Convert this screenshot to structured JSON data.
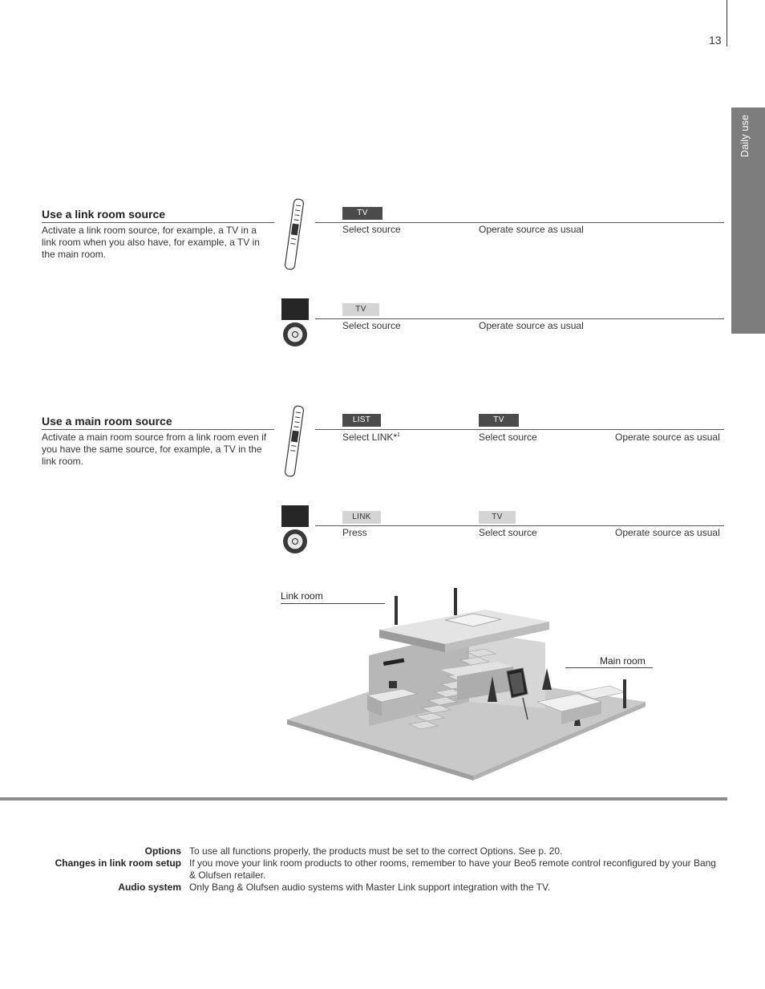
{
  "page": {
    "number": "13",
    "section_tab": "Daily use"
  },
  "link_room_source": {
    "heading": "Use a link room source",
    "description": "Activate a link room source, for example, a TV in a link room when you also have, for example, a TV in the main room.",
    "beo4": {
      "button": "TV",
      "steps": [
        "Select source",
        "Operate source as usual"
      ]
    },
    "beo5": {
      "button": "TV",
      "steps": [
        "Select source",
        "Operate source as usual"
      ]
    }
  },
  "main_room_source": {
    "heading": "Use a main room source",
    "description": "Activate a main room source from a link room even if you have the same source, for example, a TV in the link room.",
    "beo4": {
      "buttons": [
        "LIST",
        "TV"
      ],
      "steps": [
        "Select LINK*",
        "Select source",
        "Operate source as usual"
      ],
      "footnote_mark": "1"
    },
    "beo5": {
      "buttons": [
        "LINK",
        "TV"
      ],
      "steps": [
        "Press",
        "Select source",
        "Operate source as usual"
      ]
    }
  },
  "illustration": {
    "link_room_label": "Link room",
    "main_room_label": "Main room"
  },
  "notes": [
    {
      "term": "Options",
      "text": "To use all functions properly, the products must be set to the correct Options. See p. 20."
    },
    {
      "term": "Changes in link room setup",
      "text": "If you move your link room products to other rooms, remember to have your Beo5 remote control reconfigured by your Bang & Olufsen retailer."
    },
    {
      "term": "Audio system",
      "text": "Only Bang & Olufsen audio systems with Master Link support integration with the TV."
    }
  ],
  "icons": [
    "beo4-remote-icon",
    "beo5-remote-icon",
    "house-illustration"
  ],
  "colors": {
    "tab": "#7d7d7d",
    "dark_button": "#4b4b4b",
    "light_button": "#d4d4d4"
  }
}
